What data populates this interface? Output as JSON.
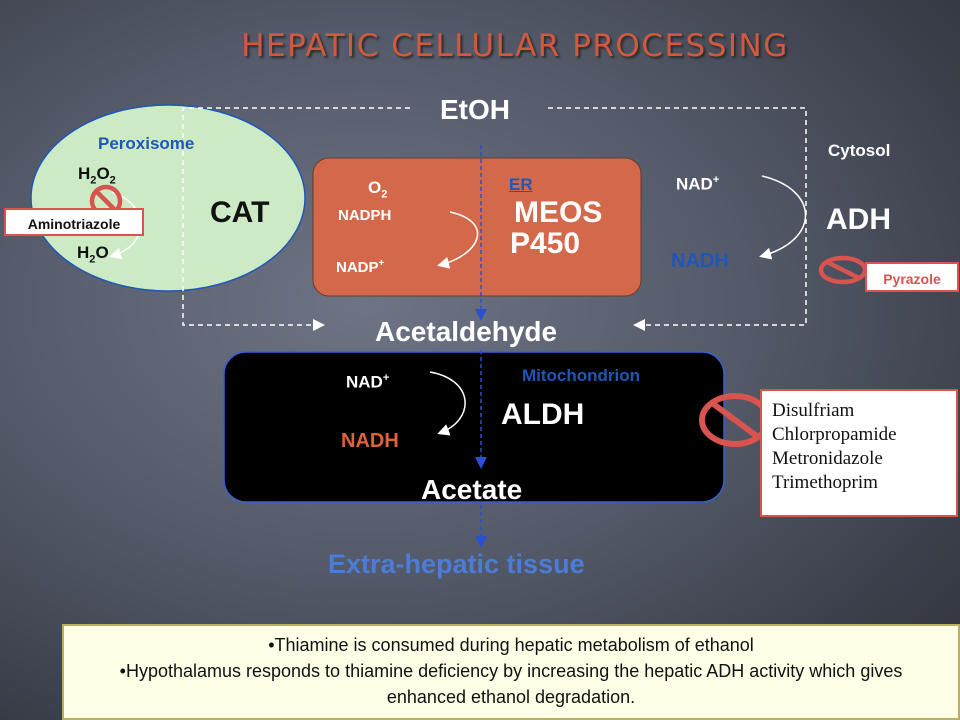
{
  "title": "HEPATIC CELLULAR PROCESSING",
  "etoh": "EtOH",
  "peroxisome": {
    "label": "Peroxisome",
    "h2o2": {
      "main": "H",
      "sub1": "2",
      "mid": "O",
      "sub2": "2"
    },
    "h2o": {
      "main": "H",
      "sub": "2",
      "end": "O"
    },
    "enzyme": "CAT",
    "inhibitor": "Aminotriazole"
  },
  "er": {
    "label": "ER",
    "o2": {
      "main": "O",
      "sub": "2"
    },
    "nadph": "NADPH",
    "nadp": {
      "main": "NADP",
      "sup": "+"
    },
    "enzyme_line1": "MEOS",
    "enzyme_line2": "P450"
  },
  "cytosol": {
    "label": "Cytosol",
    "nad": {
      "main": "NAD",
      "sup": "+"
    },
    "nadh": "NADH",
    "enzyme": "ADH",
    "inhibitor": "Pyrazole"
  },
  "acetaldehyde": "Acetaldehyde",
  "mitochondrion": {
    "label": "Mitochondrion",
    "nad": {
      "main": "NAD",
      "sup": "+"
    },
    "nadh": "NADH",
    "enzyme": "ALDH",
    "product": "Acetate"
  },
  "aldh_inhibitors": [
    "Disulfriam",
    "Chlorpropamide",
    "Metronidazole",
    "Trimethoprim"
  ],
  "extra_hepatic": "Extra-hepatic tissue",
  "notes": [
    "•Thiamine is consumed during hepatic metabolism of ethanol",
    "•Hypothalamus responds to thiamine deficiency by increasing the hepatic ADH activity which gives enhanced ethanol degradation."
  ],
  "colors": {
    "peroxisome_fill": "#ccebc5",
    "er_fill": "#d4684a",
    "mito_fill": "#000000",
    "label_blue": "#1f57b8",
    "nadh_orange": "#e0623a",
    "title_orange": "#cf5a3f",
    "inhibitor_red": "#d9534f"
  }
}
